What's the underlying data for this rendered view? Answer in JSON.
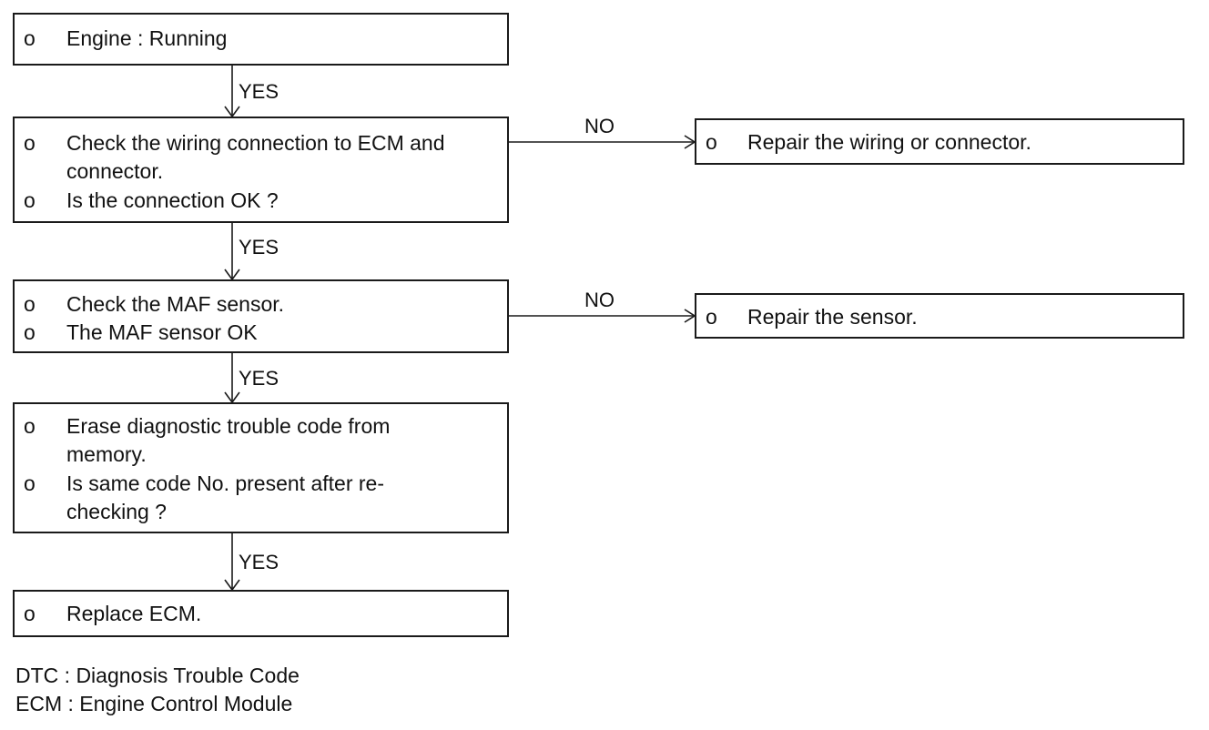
{
  "steps": [
    {
      "lines": [
        {
          "bullet": "o",
          "text": "Engine : Running"
        }
      ]
    },
    {
      "lines": [
        {
          "bullet": "o",
          "text": "Check the wiring connection to ECM and"
        },
        {
          "bullet": "",
          "text": "connector."
        },
        {
          "bullet": "o",
          "text": "Is the connection OK ?"
        }
      ]
    },
    {
      "lines": [
        {
          "bullet": "o",
          "text": "Check the MAF sensor."
        },
        {
          "bullet": "o",
          "text": "The MAF sensor OK"
        }
      ]
    },
    {
      "lines": [
        {
          "bullet": "o",
          "text": "Erase diagnostic trouble code from"
        },
        {
          "bullet": "",
          "text": "memory."
        },
        {
          "bullet": "o",
          "text": "Is same code No. present after re-"
        },
        {
          "bullet": "",
          "text": "checking ?"
        }
      ]
    },
    {
      "lines": [
        {
          "bullet": "o",
          "text": "Replace ECM."
        }
      ]
    }
  ],
  "actions": [
    {
      "bullet": "o",
      "text": "Repair the wiring or connector."
    },
    {
      "bullet": "o",
      "text": "Repair the sensor."
    }
  ],
  "labels": {
    "yes1": "YES",
    "yes2": "YES",
    "yes3": "YES",
    "yes4": "YES",
    "no1": "NO",
    "no2": "NO"
  },
  "legend": [
    "DTC : Diagnosis Trouble Code",
    "ECM : Engine Control Module"
  ]
}
